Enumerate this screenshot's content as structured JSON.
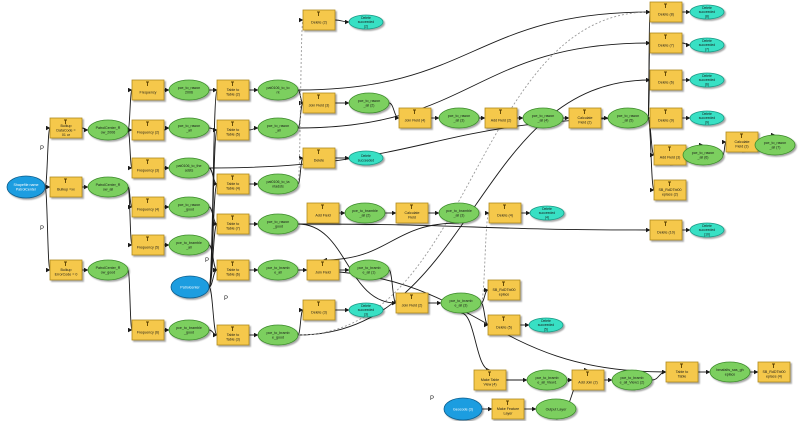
{
  "colors": {
    "tool_fill": "#f5c84c",
    "tool_stroke": "#b08a20",
    "data_fill": "#7ccf5f",
    "data_stroke": "#3c8a2c",
    "input_fill": "#1f9de0",
    "input_stroke": "#0b5d8c",
    "result_fill": "#37e0c4",
    "result_stroke": "#1a9a86",
    "edge_solid": "#1a1a1a",
    "edge_dashed": "#9a9a9a"
  },
  "nodes": [
    {
      "id": "in1",
      "kind": "input",
      "lines": [
        "Shapefile name",
        "PatrolCenter"
      ]
    },
    {
      "id": "in2",
      "kind": "input",
      "lines": [
        "Patrolcenter"
      ]
    },
    {
      "id": "in3",
      "kind": "input",
      "lines": [
        "Geocode (3)"
      ]
    },
    {
      "id": "t_reg1",
      "kind": "tool",
      "lines": [
        "Bulkup",
        "DataCode =",
        "01 or"
      ]
    },
    {
      "id": "t_reg2",
      "kind": "tool",
      "lines": [
        "Bulkup =xx"
      ]
    },
    {
      "id": "t_reg3",
      "kind": "tool",
      "lines": [
        "Bulkup",
        "ErrorCode = 0"
      ]
    },
    {
      "id": "d_pc1",
      "kind": "data",
      "lines": [
        "PatrolCenter_R",
        "ow_2006"
      ]
    },
    {
      "id": "d_pc2",
      "kind": "data",
      "lines": [
        "PatrolCenter_R",
        "ow_all"
      ]
    },
    {
      "id": "d_pc3",
      "kind": "data",
      "lines": [
        "PatrolCenter_R",
        "ow_good"
      ]
    },
    {
      "id": "t_freq",
      "kind": "tool",
      "lines": [
        "Frequency"
      ]
    },
    {
      "id": "t_freq2",
      "kind": "tool",
      "lines": [
        "Frequency (2)"
      ]
    },
    {
      "id": "t_freq3",
      "kind": "tool",
      "lines": [
        "Frequency (3)"
      ]
    },
    {
      "id": "t_freq4",
      "kind": "tool",
      "lines": [
        "Frequency (4)"
      ]
    },
    {
      "id": "t_freq5",
      "kind": "tool",
      "lines": [
        "Frequency (5)"
      ]
    },
    {
      "id": "t_freq6",
      "kind": "tool",
      "lines": [
        "Frequency (6)"
      ]
    },
    {
      "id": "d_f1",
      "kind": "data",
      "lines": [
        "pce_to_rawon",
        "2006"
      ]
    },
    {
      "id": "d_f2",
      "kind": "data",
      "lines": [
        "pce_to_rawon",
        "_all"
      ]
    },
    {
      "id": "d_f3",
      "kind": "data",
      "lines": [
        "pat0106_to_the",
        "adsts"
      ]
    },
    {
      "id": "d_f4",
      "kind": "data",
      "lines": [
        "pce_to_rawon",
        "_good"
      ]
    },
    {
      "id": "d_f5",
      "kind": "data",
      "lines": [
        "pce_to_bramble",
        "_all"
      ]
    },
    {
      "id": "d_f6",
      "kind": "data",
      "lines": [
        "pce_to_bramble",
        "_good"
      ]
    },
    {
      "id": "t_tt1",
      "kind": "tool",
      "lines": [
        "Table to",
        "Table (2)"
      ]
    },
    {
      "id": "t_tt2",
      "kind": "tool",
      "lines": [
        "Table to",
        "Table (5)"
      ]
    },
    {
      "id": "t_tt3",
      "kind": "tool",
      "lines": [
        "Table to",
        "Table (4)"
      ]
    },
    {
      "id": "t_tt4",
      "kind": "tool",
      "lines": [
        "Table to",
        "Table (7)"
      ]
    },
    {
      "id": "t_tt5",
      "kind": "tool",
      "lines": [
        "Table to",
        "Table (6)"
      ]
    },
    {
      "id": "t_tt6",
      "kind": "tool",
      "lines": [
        "Table to",
        "Table (3)"
      ]
    },
    {
      "id": "d_t1",
      "kind": "data",
      "lines": [
        "pat0106_to_to",
        "nt"
      ]
    },
    {
      "id": "d_t2",
      "kind": "data",
      "lines": [
        "pce_to_rawon",
        "_all"
      ]
    },
    {
      "id": "d_t3",
      "kind": "data",
      "lines": [
        "pat0106_to_ta",
        "ntadsts"
      ]
    },
    {
      "id": "d_t4",
      "kind": "data",
      "lines": [
        "pce_to_rawon",
        "_good"
      ]
    },
    {
      "id": "d_t5",
      "kind": "data",
      "lines": [
        "pce_to_bramb",
        "e_all"
      ]
    },
    {
      "id": "d_t6",
      "kind": "data",
      "lines": [
        "pce_to_bramb",
        "e_good"
      ]
    },
    {
      "id": "t_del2",
      "kind": "tool",
      "lines": [
        "Delete (2)"
      ]
    },
    {
      "id": "r_del2",
      "kind": "result",
      "lines": [
        "Delete",
        "succeeded",
        "(2)"
      ]
    },
    {
      "id": "t_del",
      "kind": "tool",
      "lines": [
        "Delete"
      ]
    },
    {
      "id": "r_del",
      "kind": "result",
      "lines": [
        "Delete",
        "succeeded"
      ]
    },
    {
      "id": "t_del3",
      "kind": "tool",
      "lines": [
        "Delete (3)"
      ]
    },
    {
      "id": "r_del3",
      "kind": "result",
      "lines": [
        "Delete",
        "succeeded",
        "(3)"
      ]
    },
    {
      "id": "t_join3",
      "kind": "tool",
      "lines": [
        "Join Field (3)"
      ]
    },
    {
      "id": "d_j3",
      "kind": "data",
      "lines": [
        "pce_to_rawon",
        "_all (2)"
      ]
    },
    {
      "id": "t_addf",
      "kind": "tool",
      "lines": [
        "Add Field"
      ]
    },
    {
      "id": "d_af",
      "kind": "data",
      "lines": [
        "pce_to_bramble",
        "_all (2)"
      ]
    },
    {
      "id": "t_calc",
      "kind": "tool",
      "lines": [
        "Calculate",
        "Field"
      ]
    },
    {
      "id": "d_cf",
      "kind": "data",
      "lines": [
        "pce_to_bramble",
        "_all (3)"
      ]
    },
    {
      "id": "t_join",
      "kind": "tool",
      "lines": [
        "Join Field"
      ]
    },
    {
      "id": "d_j",
      "kind": "data",
      "lines": [
        "pce_to_bramb",
        "e_all (1)"
      ]
    },
    {
      "id": "t_join4",
      "kind": "tool",
      "lines": [
        "Join Field (4)"
      ]
    },
    {
      "id": "d_j4",
      "kind": "data",
      "lines": [
        "pce_to_rawon",
        "_all (3)"
      ]
    },
    {
      "id": "t_addf2",
      "kind": "tool",
      "lines": [
        "Add Field (2)"
      ]
    },
    {
      "id": "d_af2",
      "kind": "data",
      "lines": [
        "pce_to_rawon",
        "_all (4)"
      ]
    },
    {
      "id": "t_calc2",
      "kind": "tool",
      "lines": [
        "Calculate",
        "Field (2)"
      ]
    },
    {
      "id": "d_cf2",
      "kind": "data",
      "lines": [
        "pce_to_rawon",
        "_all (5)"
      ]
    },
    {
      "id": "t_join2",
      "kind": "tool",
      "lines": [
        "Join Field (2)"
      ]
    },
    {
      "id": "d_j2",
      "kind": "data",
      "lines": [
        "pce_to_bramb",
        "e_all (3)"
      ]
    },
    {
      "id": "t_del4",
      "kind": "tool",
      "lines": [
        "Delete (4)"
      ]
    },
    {
      "id": "r_del4",
      "kind": "result",
      "lines": [
        "Delete",
        "succeeded",
        "(4)"
      ]
    },
    {
      "id": "t_upd1",
      "kind": "tool",
      "lines": [
        "SB_RdDTbl00",
        "eplace"
      ]
    },
    {
      "id": "t_del5",
      "kind": "tool",
      "lines": [
        "Delete (5)"
      ]
    },
    {
      "id": "r_del5",
      "kind": "result",
      "lines": [
        "Delete",
        "succeeded",
        "(5)"
      ]
    },
    {
      "id": "t_del8",
      "kind": "tool",
      "lines": [
        "Delete (8)"
      ]
    },
    {
      "id": "r_del8",
      "kind": "result",
      "lines": [
        "Delete",
        "succeeded",
        "(8)"
      ]
    },
    {
      "id": "t_del7",
      "kind": "tool",
      "lines": [
        "Delete (7)"
      ]
    },
    {
      "id": "r_del7",
      "kind": "result",
      "lines": [
        "Delete",
        "succeeded",
        "(7)"
      ]
    },
    {
      "id": "t_del6",
      "kind": "tool",
      "lines": [
        "Delete (6)"
      ]
    },
    {
      "id": "r_del6",
      "kind": "result",
      "lines": [
        "Delete",
        "succeeded",
        "(6)"
      ]
    },
    {
      "id": "t_del9",
      "kind": "tool",
      "lines": [
        "Delete (9)"
      ]
    },
    {
      "id": "r_del9",
      "kind": "result",
      "lines": [
        "Delete",
        "succeeded",
        "(9)"
      ]
    },
    {
      "id": "t_addf3",
      "kind": "tool",
      "lines": [
        "Add Field (3)"
      ]
    },
    {
      "id": "d_af3",
      "kind": "data",
      "lines": [
        "pce_to_rawon",
        "_all (6)"
      ]
    },
    {
      "id": "t_calc3",
      "kind": "tool",
      "lines": [
        "Calculate",
        "Field (3)"
      ]
    },
    {
      "id": "d_cf3",
      "kind": "data",
      "lines": [
        "pce_to_rawon",
        "_all (7)"
      ]
    },
    {
      "id": "t_upd2",
      "kind": "tool",
      "lines": [
        "SB_RdDTbl00",
        "eplace (2)"
      ]
    },
    {
      "id": "t_del10",
      "kind": "tool",
      "lines": [
        "Delete (10)"
      ]
    },
    {
      "id": "r_del10",
      "kind": "result",
      "lines": [
        "Delete",
        "succeeded",
        "(10)"
      ]
    },
    {
      "id": "t_mtv",
      "kind": "tool",
      "lines": [
        "Make Table",
        "View (4)"
      ]
    },
    {
      "id": "d_mtv",
      "kind": "data",
      "lines": [
        "pce_to_bramb",
        "e_all_View1"
      ]
    },
    {
      "id": "t_addj",
      "kind": "tool",
      "lines": [
        "Add Join (2)"
      ]
    },
    {
      "id": "d_addj",
      "kind": "data",
      "lines": [
        "pce_to_bramb",
        "e_all_View1 (2)"
      ]
    },
    {
      "id": "t_tt7",
      "kind": "tool",
      "lines": [
        "Table to",
        "Table"
      ]
    },
    {
      "id": "d_tt7",
      "kind": "data",
      "lines": [
        "bmafalts_sas_gh",
        "eplace"
      ]
    },
    {
      "id": "t_upd3",
      "kind": "tool",
      "lines": [
        "SB_RdDTbl00",
        "eplace (4)"
      ]
    },
    {
      "id": "t_mfl",
      "kind": "tool",
      "lines": [
        "Make Feature",
        "Layer"
      ]
    },
    {
      "id": "d_out",
      "kind": "data",
      "lines": [
        "Output Layer"
      ]
    }
  ]
}
